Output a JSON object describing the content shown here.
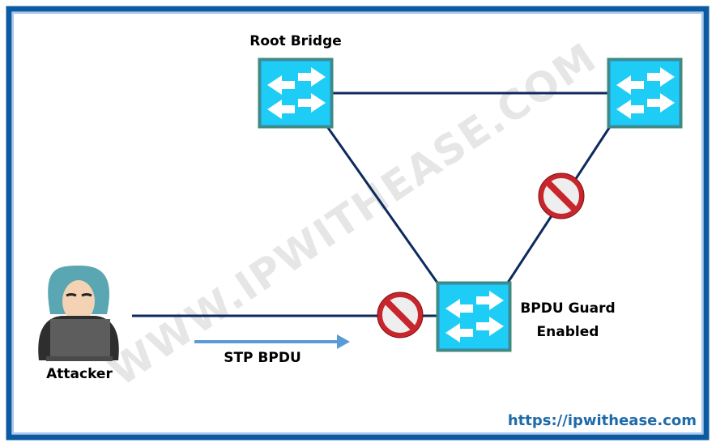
{
  "labels": {
    "root_bridge": "Root Bridge",
    "bpdu_guard_line1": "BPDU Guard",
    "bpdu_guard_line2": "Enabled",
    "attacker": "Attacker",
    "stp_bpdu": "STP BPDU",
    "url": "https://ipwithease.com",
    "watermark": "WWW.IPWITHEASE.COM"
  },
  "nodes": [
    {
      "id": "root-bridge-switch",
      "icon": "switch-icon"
    },
    {
      "id": "right-switch",
      "icon": "switch-icon"
    },
    {
      "id": "bpdu-guard-switch",
      "icon": "switch-icon"
    },
    {
      "id": "attacker",
      "icon": "hooded-hacker-icon"
    }
  ],
  "links": [
    {
      "from": "root-bridge-switch",
      "to": "right-switch",
      "blocked": false
    },
    {
      "from": "root-bridge-switch",
      "to": "bpdu-guard-switch",
      "blocked": false
    },
    {
      "from": "right-switch",
      "to": "bpdu-guard-switch",
      "blocked": true
    },
    {
      "from": "attacker",
      "to": "bpdu-guard-switch",
      "blocked": true
    }
  ],
  "colors": {
    "frame": "#0b5aa2",
    "switch_fill": "#1ecdf5",
    "link": "#0d2a5e",
    "prohibit": "#c8262c",
    "arrow": "#5b9bd5",
    "url": "#1f6aa8"
  }
}
